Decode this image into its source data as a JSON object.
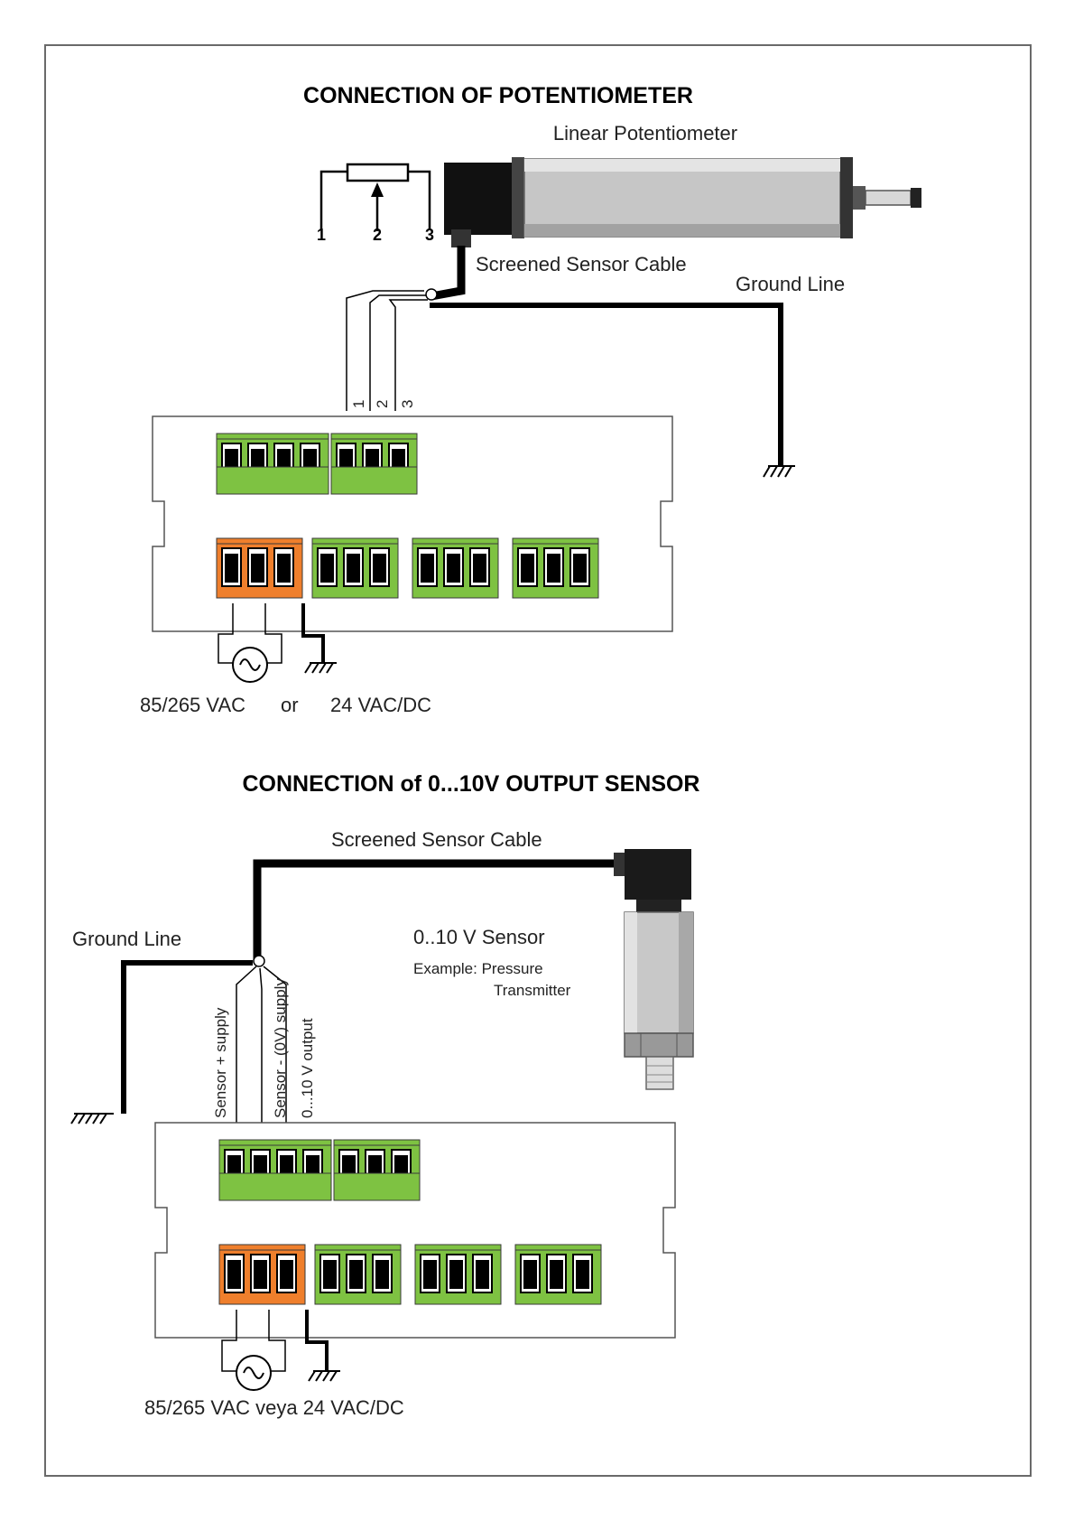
{
  "colors": {
    "terminal_green": "#7ec242",
    "terminal_orange": "#ef7f2c",
    "cable": "#000000",
    "sensor_gray": "#c8c8c8",
    "outline": "#555555"
  },
  "potentiometer_section": {
    "title": "CONNECTION OF POTENTIOMETER",
    "device_label": "Linear Potentiometer",
    "pin_labels": [
      "1",
      "2",
      "3"
    ],
    "cable_label": "Screened Sensor Cable",
    "ground_label": "Ground Line",
    "wire_labels": [
      "1",
      "2",
      "3"
    ],
    "supply_label_a": "85/265 VAC",
    "supply_or": "or",
    "supply_label_b": "24 VAC/DC"
  },
  "sensor_section": {
    "title": "CONNECTION of 0...10V OUTPUT SENSOR",
    "cable_label": "Screened Sensor Cable",
    "ground_label": "Ground Line",
    "sensor_label": "0..10 V Sensor",
    "example_line1": "Example: Pressure",
    "example_line2": "Transmitter",
    "wire_labels": [
      "Sensor + supply",
      "Sensor - (0V) supply",
      "0...10 V output"
    ],
    "supply_label": "85/265 VAC veya 24 VAC/DC"
  }
}
